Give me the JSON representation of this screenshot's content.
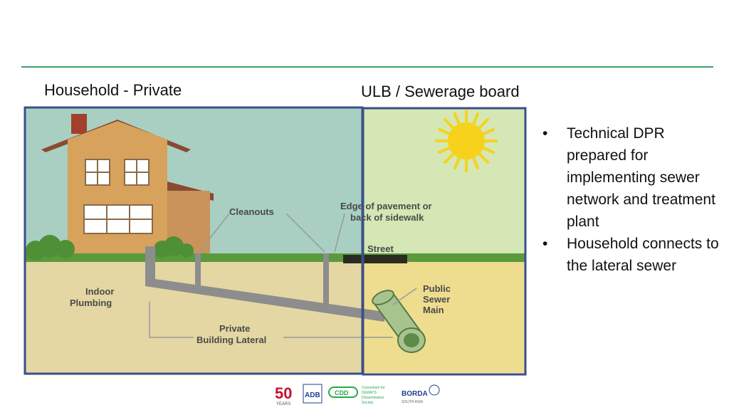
{
  "headings": {
    "left": "Household - Private",
    "right": "ULB / Sewerage board"
  },
  "diagram": {
    "labels": {
      "cleanouts": "Cleanouts",
      "edge_line1": "Edge of pavement or",
      "edge_line2": "back of sidewalk",
      "street": "Street",
      "indoor_line1": "Indoor",
      "indoor_line2": "Plumbing",
      "private_line1": "Private",
      "private_line2": "Building Lateral",
      "public_line1": "Public",
      "public_line2": "Sewer",
      "public_line3": "Main"
    },
    "colors": {
      "sky_left": "#a9cfc3",
      "sky_right": "#d4e7b5",
      "ground": "#e4d7a3",
      "ground_right": "#efdd8f",
      "grass": "#5a9a3c",
      "pipe": "#8d8d8d",
      "sewer_main": "#a8c48e",
      "box_border": "#3b4f8a",
      "sun": "#f7d21d"
    }
  },
  "bullets": [
    "Technical DPR prepared for implementing sewer network and treatment plant",
    "Household connects to the lateral sewer"
  ],
  "logos": {
    "fifty": "50",
    "years": "YEARS",
    "adb": "ADB",
    "cdd": "CDD",
    "cdd_text_1": "Consortium for",
    "cdd_text_2": "DEWATS",
    "cdd_text_3": "Dissemination",
    "cdd_text_4": "Society",
    "borda": "BORDA",
    "borda_sub": "SOUTH ASIA"
  }
}
